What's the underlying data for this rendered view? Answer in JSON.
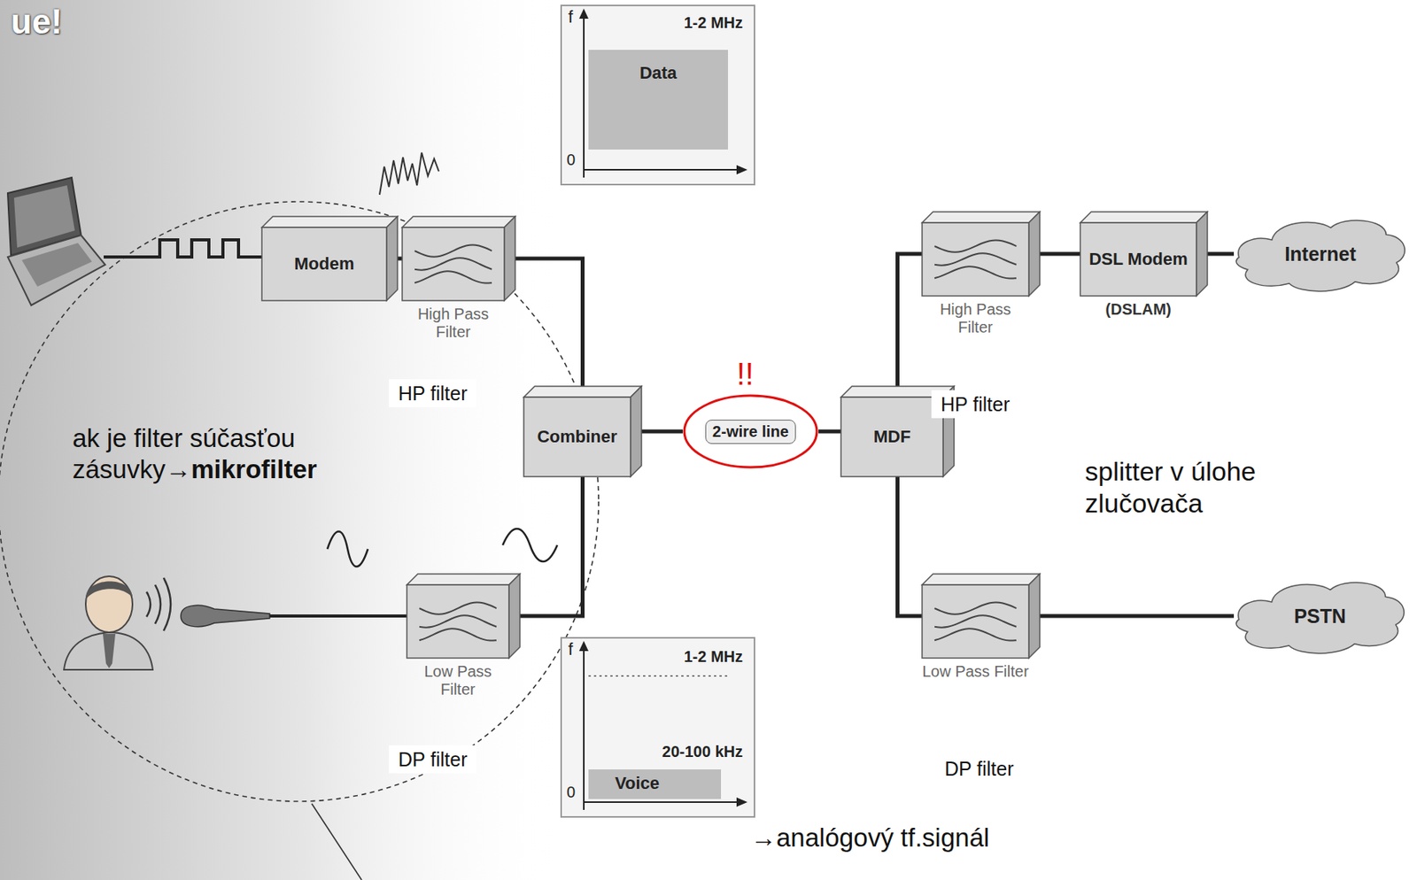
{
  "diagram": {
    "nodes": [
      {
        "text": [
          "f",
          "1-2 MHz",
          "Data",
          "0"
        ]
      },
      {
        "text": [
          "Modem"
        ]
      },
      {
        "text": [
          "High Pass Filter"
        ]
      },
      {
        "text": [
          "High Pass Filter"
        ]
      },
      {
        "text": [
          "DSL Modem",
          "(DSLAM)"
        ]
      },
      {
        "text": [
          "Internet"
        ]
      },
      {
        "text": [
          "Combiner"
        ]
      },
      {
        "text": [
          "2-wire line"
        ]
      },
      {
        "text": [
          "MDF"
        ]
      },
      {
        "text": [
          "Low Pass Filter"
        ]
      },
      {
        "text": [
          "Low Pass Filter"
        ]
      },
      {
        "text": [
          "PSTN"
        ]
      },
      {
        "text": [
          "f",
          "1-2 MHz",
          "20-100 kHz",
          "Voice",
          "0"
        ]
      }
    ],
    "edges": [
      {
        "from": 1,
        "to": 2,
        "arrow": "none"
      },
      {
        "from": 2,
        "to": 6,
        "arrow": "none"
      },
      {
        "from": 6,
        "to": 7,
        "arrow": "none"
      },
      {
        "from": 7,
        "to": 8,
        "arrow": "none"
      },
      {
        "from": 8,
        "to": 3,
        "arrow": "none"
      },
      {
        "from": 3,
        "to": 4,
        "arrow": "none"
      },
      {
        "from": 4,
        "to": 5,
        "arrow": "none"
      },
      {
        "from": 8,
        "to": 10,
        "arrow": "none"
      },
      {
        "from": 10,
        "to": 11,
        "arrow": "none"
      },
      {
        "from": 9,
        "to": 6,
        "arrow": "none"
      }
    ],
    "labels": [
      "ue!",
      "HP filter",
      "ak je filter súčasťou zásuvky→",
      "mikrofilter",
      "!!",
      "HP filter",
      "splitter v úlohe zlučovača",
      "DP filter",
      "DP filter",
      "→analógový tf.signál"
    ]
  }
}
